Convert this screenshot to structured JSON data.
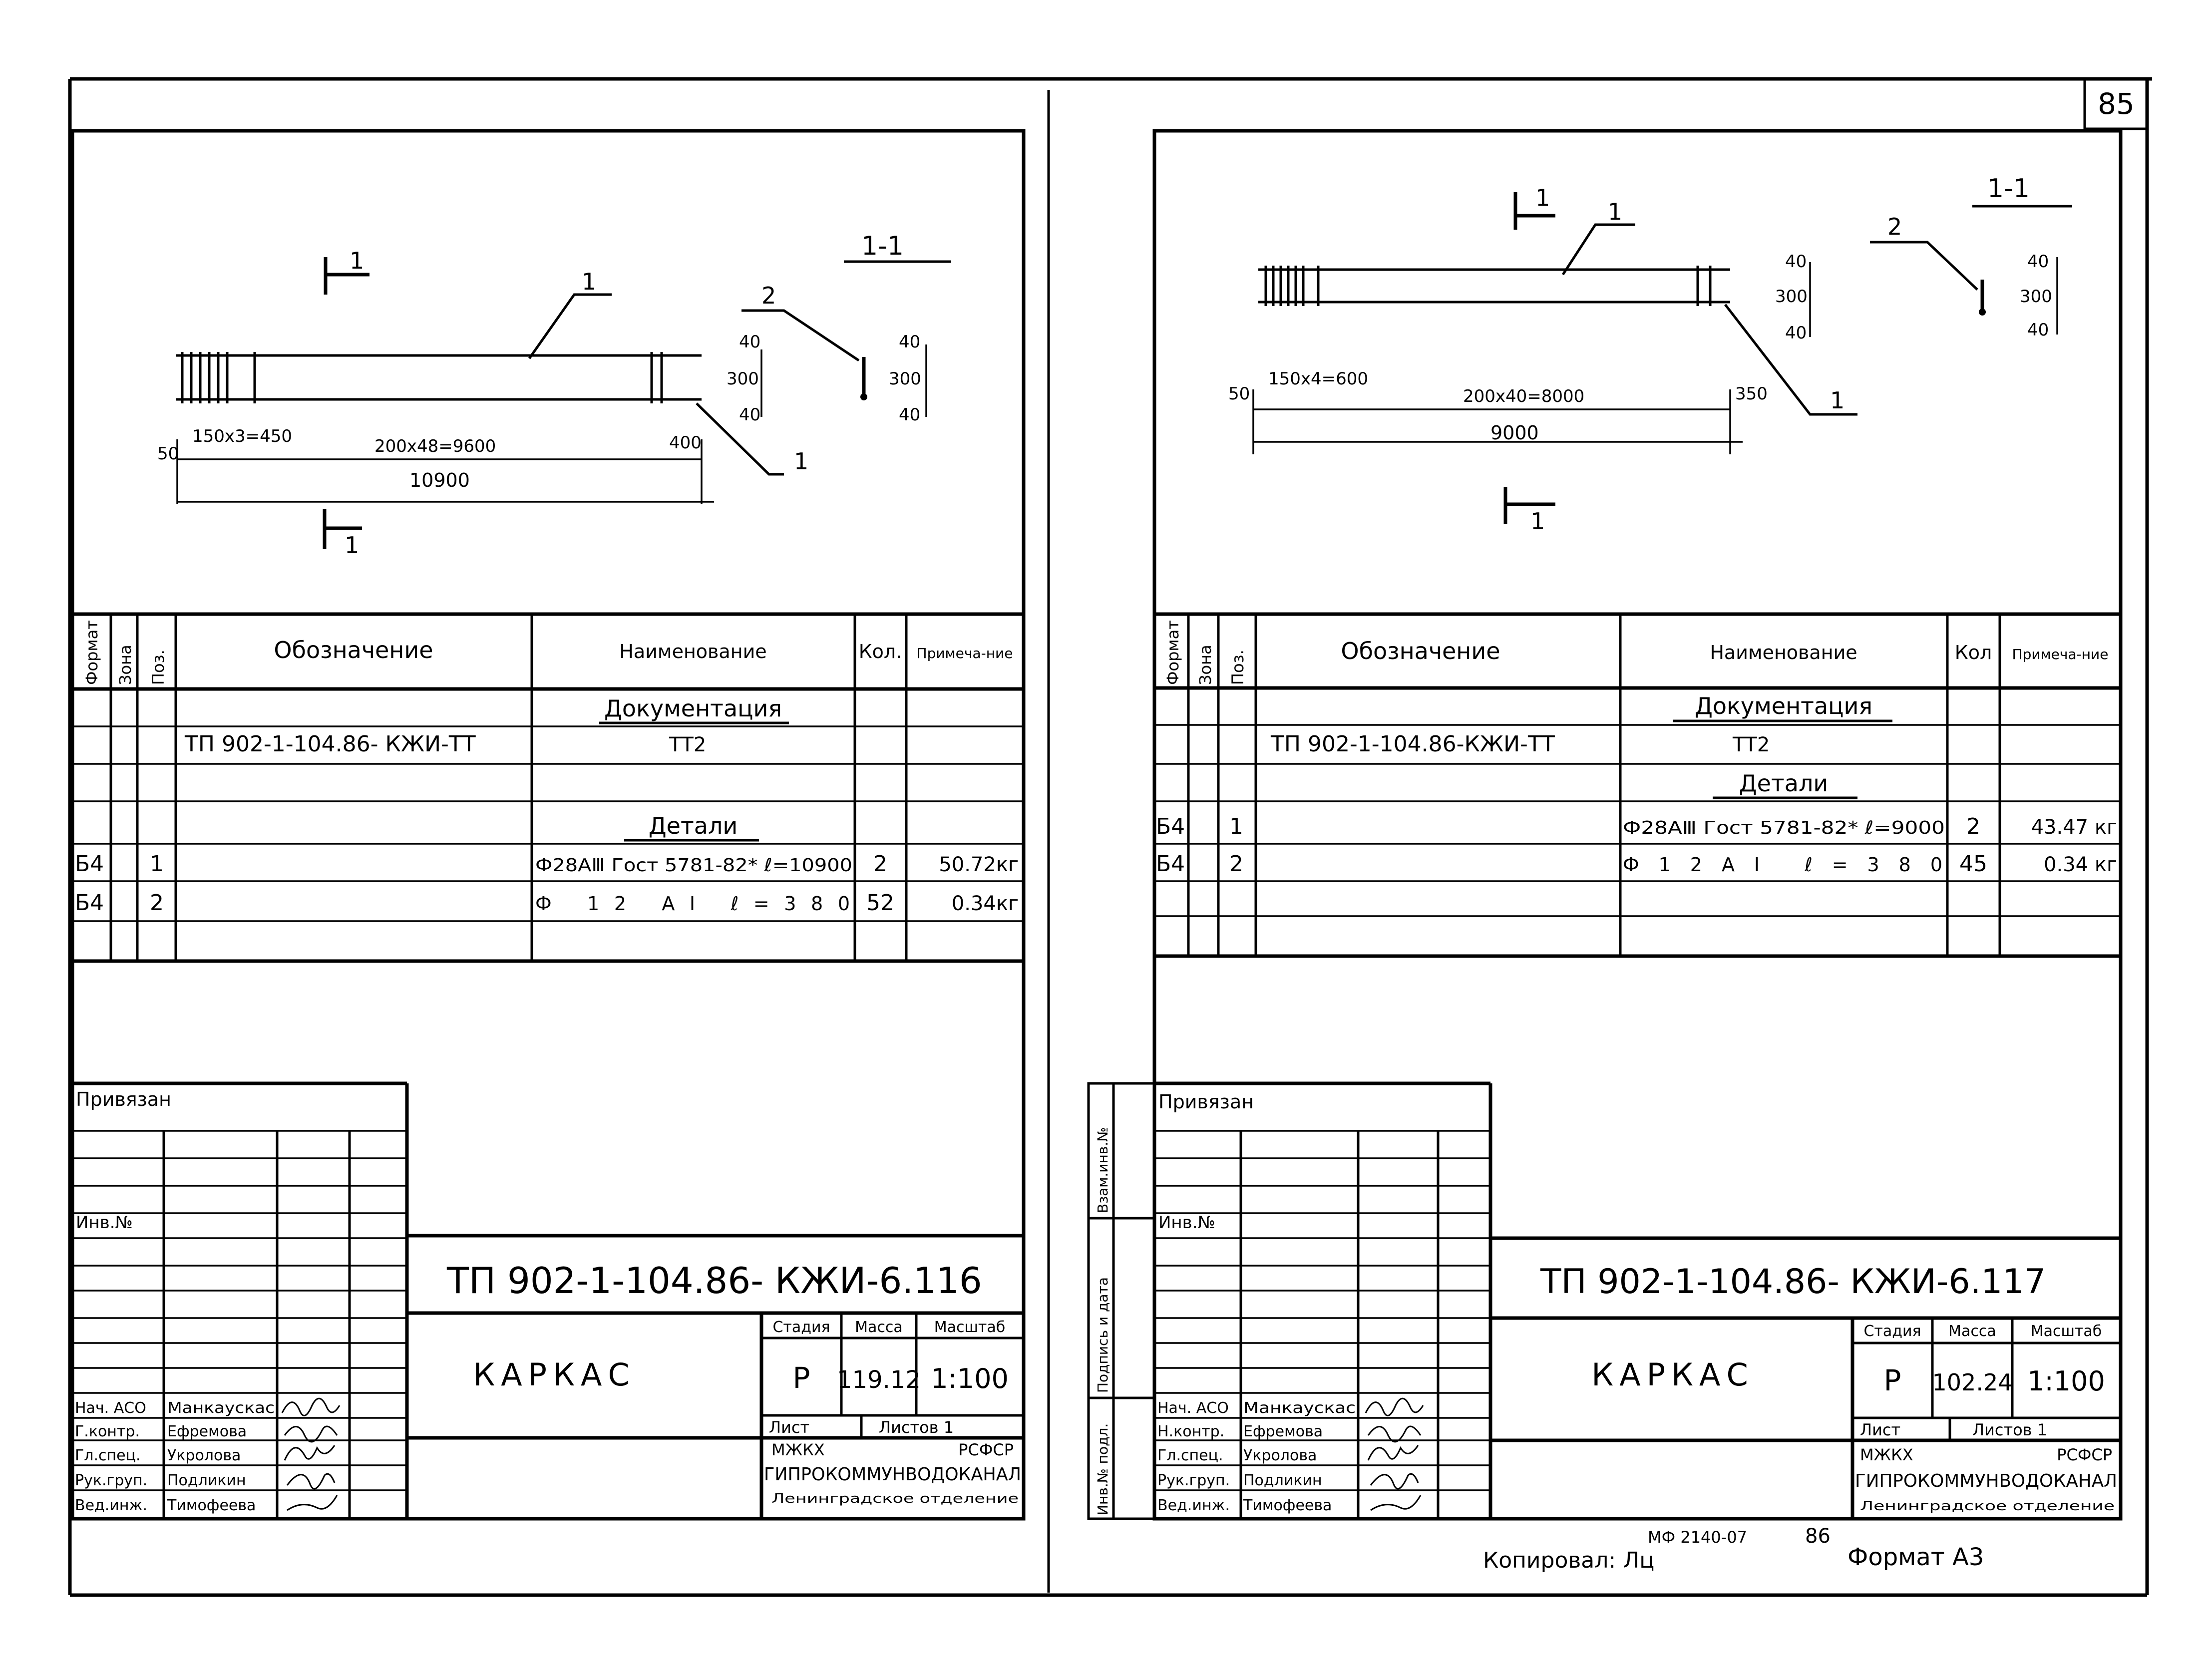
{
  "page_number": "85",
  "left": {
    "drawing": {
      "section_top": "1",
      "section_bottom": "1",
      "section_title": "1-1",
      "pos1_label": "1",
      "pos1_label_lower": "1",
      "pos2_label": "2",
      "dim_end": "50",
      "dim_spacing": "150x3=450",
      "dim_main": "200x48=9600",
      "dim_right": "400",
      "dim_total": "10900",
      "dim_40_top": "40",
      "dim_300": "300",
      "dim_40_bot": "40",
      "dim2_40_top": "40",
      "dim2_300": "300",
      "dim2_40_bot": "40"
    },
    "spec": {
      "headers": {
        "format": "Формат",
        "zone": "Зона",
        "pos": "Поз.",
        "designation": "Обозначение",
        "name": "Наименование",
        "qty": "Кол.",
        "note": "Примеча-ние"
      },
      "section_docs": "Документация",
      "doc_row": {
        "designation": "ТП 902-1-104.86- КЖИ-ТТ",
        "name": "ТТ2"
      },
      "section_parts": "Детали",
      "rows": [
        {
          "format": "Б4",
          "pos": "1",
          "name": "Ф28АⅢ Гост 5781-82* ℓ=10900",
          "qty": "2",
          "note": "50.72кг"
        },
        {
          "format": "Б4",
          "pos": "2",
          "name": "Ф 12 АⅠ ℓ=380",
          "qty": "52",
          "note": "0.34кг"
        }
      ]
    },
    "title_block": {
      "tied": "Привязан",
      "inv": "Инв.№",
      "code": "ТП 902-1-104.86- КЖИ-6.116",
      "title": "КАРКАС",
      "stage_h": "Стадия",
      "mass_h": "Масса",
      "scale_h": "Масштаб",
      "stage": "Р",
      "mass": "119.12",
      "scale": "1:100",
      "sheet_h": "Лист",
      "sheets_h": "Листов 1",
      "org1": "МЖКХ",
      "org1b": "РСФСР",
      "org2": "ГИПРОКОММУНВОДОКАНАЛ",
      "org3": "Ленинградское отделение",
      "people": [
        {
          "role": "Нач. АСО",
          "name": "Манкаускас"
        },
        {
          "role": "Г.контр.",
          "name": "Ефремова"
        },
        {
          "role": "Гл.спец.",
          "name": "Укролова"
        },
        {
          "role": "Рук.груп.",
          "name": "Подликин"
        },
        {
          "role": "Вед.инж.",
          "name": "Тимофеева"
        }
      ]
    }
  },
  "right": {
    "drawing": {
      "section_top": "1",
      "section_bottom": "1",
      "section_title": "1-1",
      "pos1_label": "1",
      "pos1_label_lower": "1",
      "pos2_label": "2",
      "dim_end": "50",
      "dim_spacing": "150x4=600",
      "dim_main": "200x40=8000",
      "dim_right": "350",
      "dim_total": "9000",
      "dim_40_top": "40",
      "dim_300": "300",
      "dim_40_bot": "40",
      "dim2_40_top": "40",
      "dim2_300": "300",
      "dim2_40_bot": "40"
    },
    "spec": {
      "headers": {
        "format": "Формат",
        "zone": "Зона",
        "pos": "Поз.",
        "designation": "Обозначение",
        "name": "Наименование",
        "qty": "Кол",
        "note": "Примеча-ние"
      },
      "section_docs": "Документация",
      "doc_row": {
        "designation": "ТП 902-1-104.86-КЖИ-ТТ",
        "name": "ТТ2"
      },
      "section_parts": "Детали",
      "rows": [
        {
          "format": "Б4",
          "pos": "1",
          "name": "Ф28АⅢ Гост 5781-82* ℓ=9000",
          "qty": "2",
          "note": "43.47 кг"
        },
        {
          "format": "Б4",
          "pos": "2",
          "name": "Ф12АⅠ ℓ=380",
          "qty": "45",
          "note": "0.34 кг"
        }
      ]
    },
    "title_block": {
      "tied": "Привязан",
      "inv": "Инв.№",
      "code": "ТП 902-1-104.86- КЖИ-6.117",
      "title": "КАРКАС",
      "stage_h": "Стадия",
      "mass_h": "Масса",
      "scale_h": "Масштаб",
      "stage": "Р",
      "mass": "102.24",
      "scale": "1:100",
      "sheet_h": "Лист",
      "sheets_h": "Листов 1",
      "org1": "МЖКХ",
      "org1b": "РСФСР",
      "org2": "ГИПРОКОММУНВОДОКАНАЛ",
      "org3": "Ленинградское отделение",
      "people": [
        {
          "role": "Нач. АСО",
          "name": "Манкаускас"
        },
        {
          "role": "Н.контр.",
          "name": "Ефремова"
        },
        {
          "role": "Гл.спец.",
          "name": "Укролова"
        },
        {
          "role": "Рук.груп.",
          "name": "Подликин"
        },
        {
          "role": "Вед.инж.",
          "name": "Тимофеева"
        }
      ],
      "side_labels": [
        "Взам.инв.№",
        "Подпись и дата",
        "Инв.№ подл."
      ]
    }
  },
  "footer": {
    "copied": "Копировал: Лц",
    "order": "МФ 2140-07",
    "page": "86",
    "format": "Формат А3"
  }
}
